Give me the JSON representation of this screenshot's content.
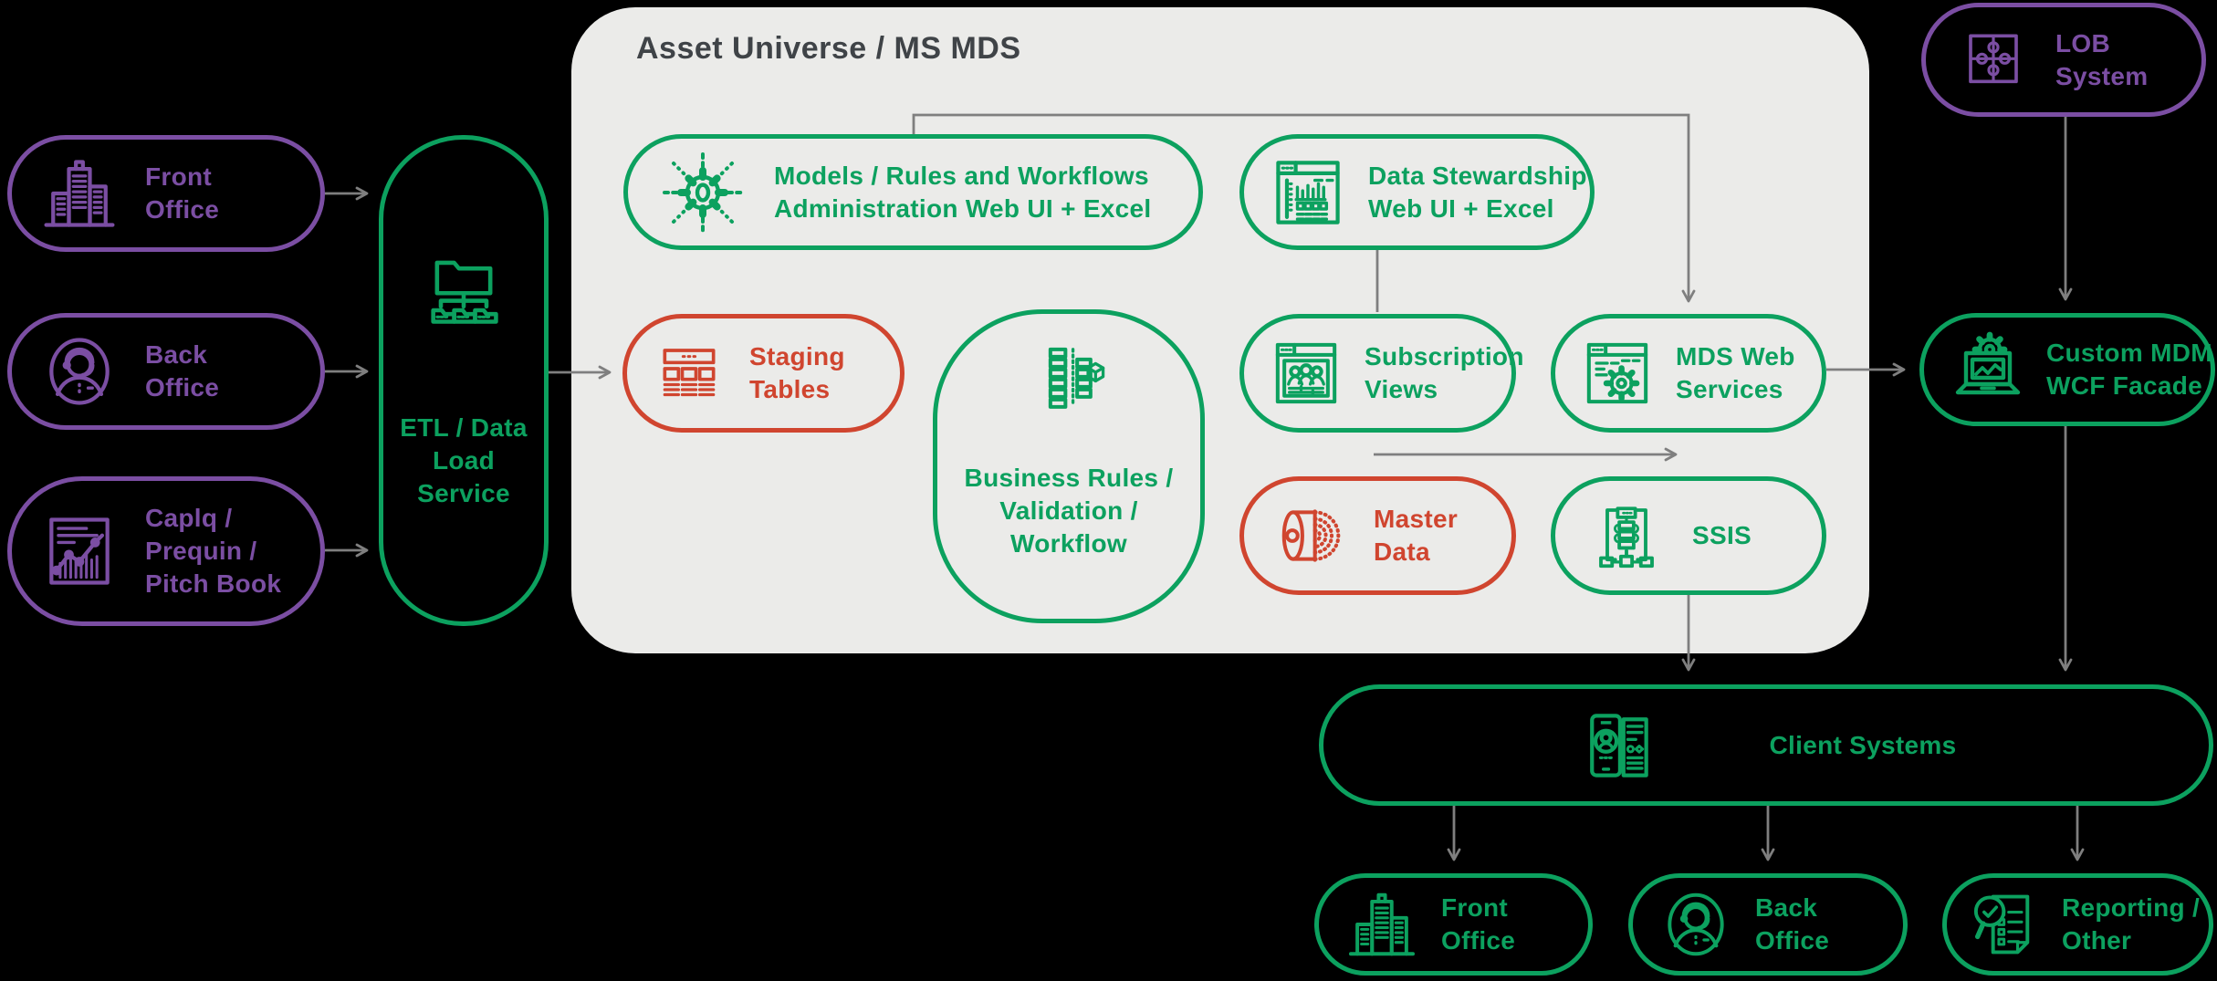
{
  "colors": {
    "green": "#0CA15F",
    "purple": "#7B4EA3",
    "red": "#D0452F",
    "arrow_gray": "#7F7F7F",
    "container_bg": "#EBEBE9",
    "title_color": "#3F4347",
    "background": "#000000"
  },
  "container": {
    "title": "Asset Universe / MS MDS"
  },
  "nodes": {
    "front_office_source": {
      "label": "Front\nOffice"
    },
    "back_office_source": {
      "label": "Back\nOffice"
    },
    "capiq_source": {
      "label": "Caplq /\nPrequin /\nPitch Book"
    },
    "etl": {
      "label": "ETL / Data\nLoad\nService"
    },
    "models_rules": {
      "label": "Models / Rules and Workflows\nAdministration Web UI + Excel"
    },
    "data_stewardship": {
      "label": "Data Stewardship\nWeb UI + Excel"
    },
    "staging_tables": {
      "label": "Staging\nTables"
    },
    "business_rules": {
      "label": "Business Rules /\nValidation /\nWorkflow"
    },
    "subscription_views": {
      "label": "Subscription\nViews"
    },
    "mds_web_services": {
      "label": "MDS Web\nServices"
    },
    "master_data": {
      "label": "Master\nData"
    },
    "ssis": {
      "label": "SSIS"
    },
    "lob_system": {
      "label": "LOB\nSystem"
    },
    "custom_mdm": {
      "label": "Custom MDM\nWCF Facade"
    },
    "client_systems": {
      "label": "Client Systems"
    },
    "front_office_client": {
      "label": "Front\nOffice"
    },
    "back_office_client": {
      "label": "Back\nOffice"
    },
    "reporting_other": {
      "label": "Reporting /\nOther"
    }
  }
}
